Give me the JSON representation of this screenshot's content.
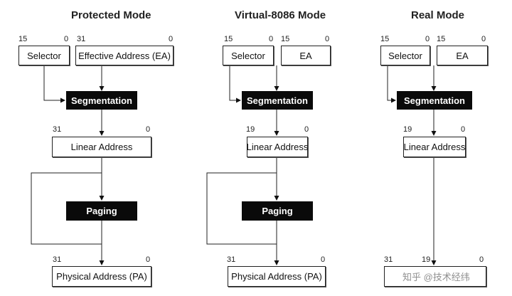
{
  "panels": {
    "protected": {
      "title": "Protected Mode",
      "selector": {
        "label": "Selector",
        "hi": "15",
        "lo": "0"
      },
      "offset": {
        "label": "Effective Address (EA)",
        "hi": "31",
        "lo": "0"
      },
      "segmentation": "Segmentation",
      "linear": {
        "label": "Linear Address",
        "hi": "31",
        "lo": "0"
      },
      "paging": "Paging",
      "physical": {
        "label": "Physical Address (PA)",
        "hi": "31",
        "lo": "0"
      }
    },
    "virtual8086": {
      "title": "Virtual-8086 Mode",
      "selector": {
        "label": "Selector",
        "hi": "15",
        "lo": "0"
      },
      "offset": {
        "label": "EA",
        "hi": "15",
        "lo": "0"
      },
      "segmentation": "Segmentation",
      "linear": {
        "label": "Linear Address",
        "hi": "19",
        "lo": "0"
      },
      "paging": "Paging",
      "physical": {
        "label": "Physical Address (PA)",
        "hi": "31",
        "lo": "0"
      }
    },
    "real": {
      "title": "Real Mode",
      "selector": {
        "label": "Selector",
        "hi": "15",
        "lo": "0"
      },
      "offset": {
        "label": "EA",
        "hi": "15",
        "lo": "0"
      },
      "segmentation": "Segmentation",
      "linear": {
        "label": "Linear Address",
        "hi": "19",
        "lo": "0"
      },
      "physical": {
        "label": "",
        "hi_outer": "31",
        "hi": "19",
        "lo": "0"
      }
    }
  },
  "watermark": "知乎 @技术经纬"
}
